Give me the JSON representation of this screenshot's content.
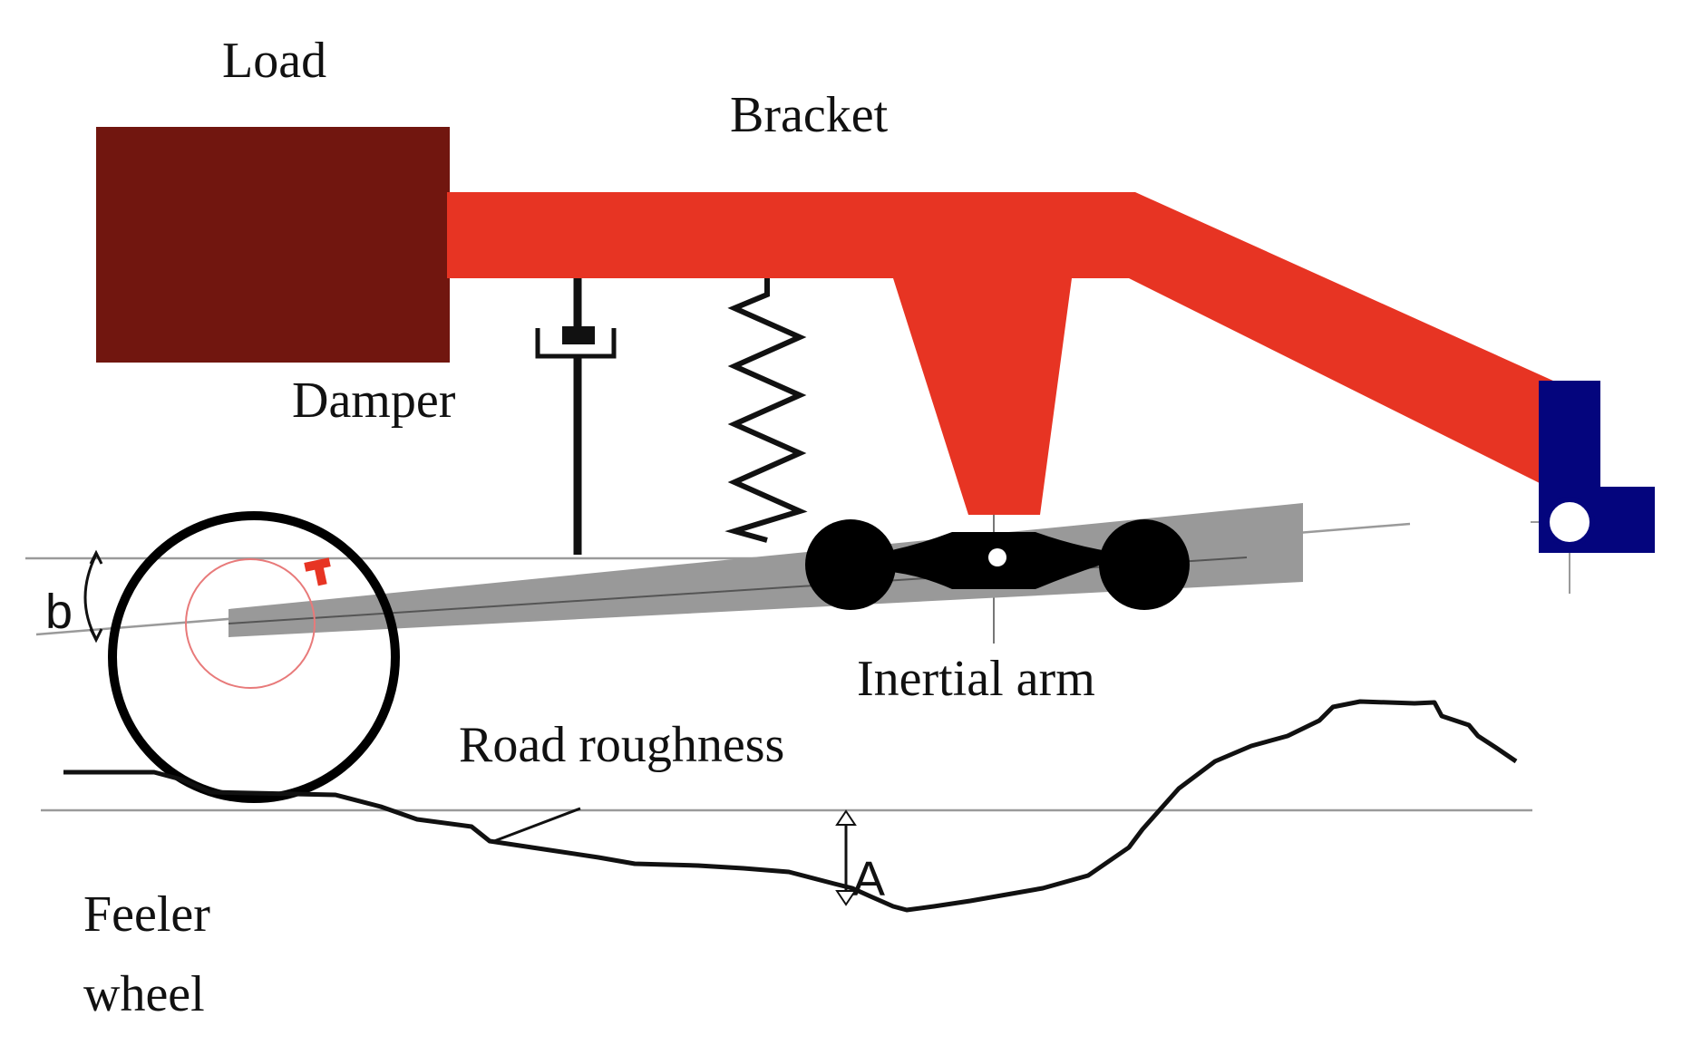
{
  "labels": {
    "load": "Load",
    "bracket": "Bracket",
    "damper": "Damper",
    "inertial_arm": "Inertial arm",
    "road_roughness": "Road roughness",
    "feeler_wheel_line1": "Feeler",
    "feeler_wheel_line2": "wheel",
    "angle_b": "b",
    "amplitude_a": "A"
  },
  "colors": {
    "load": "#71160f",
    "bracket": "#e73423",
    "inertial_arm": "#999999",
    "pivot_block": "#04057d",
    "wheel_hub_circle": "#e87a7a",
    "line": "#111111",
    "guide_line": "#9a9a9a"
  }
}
